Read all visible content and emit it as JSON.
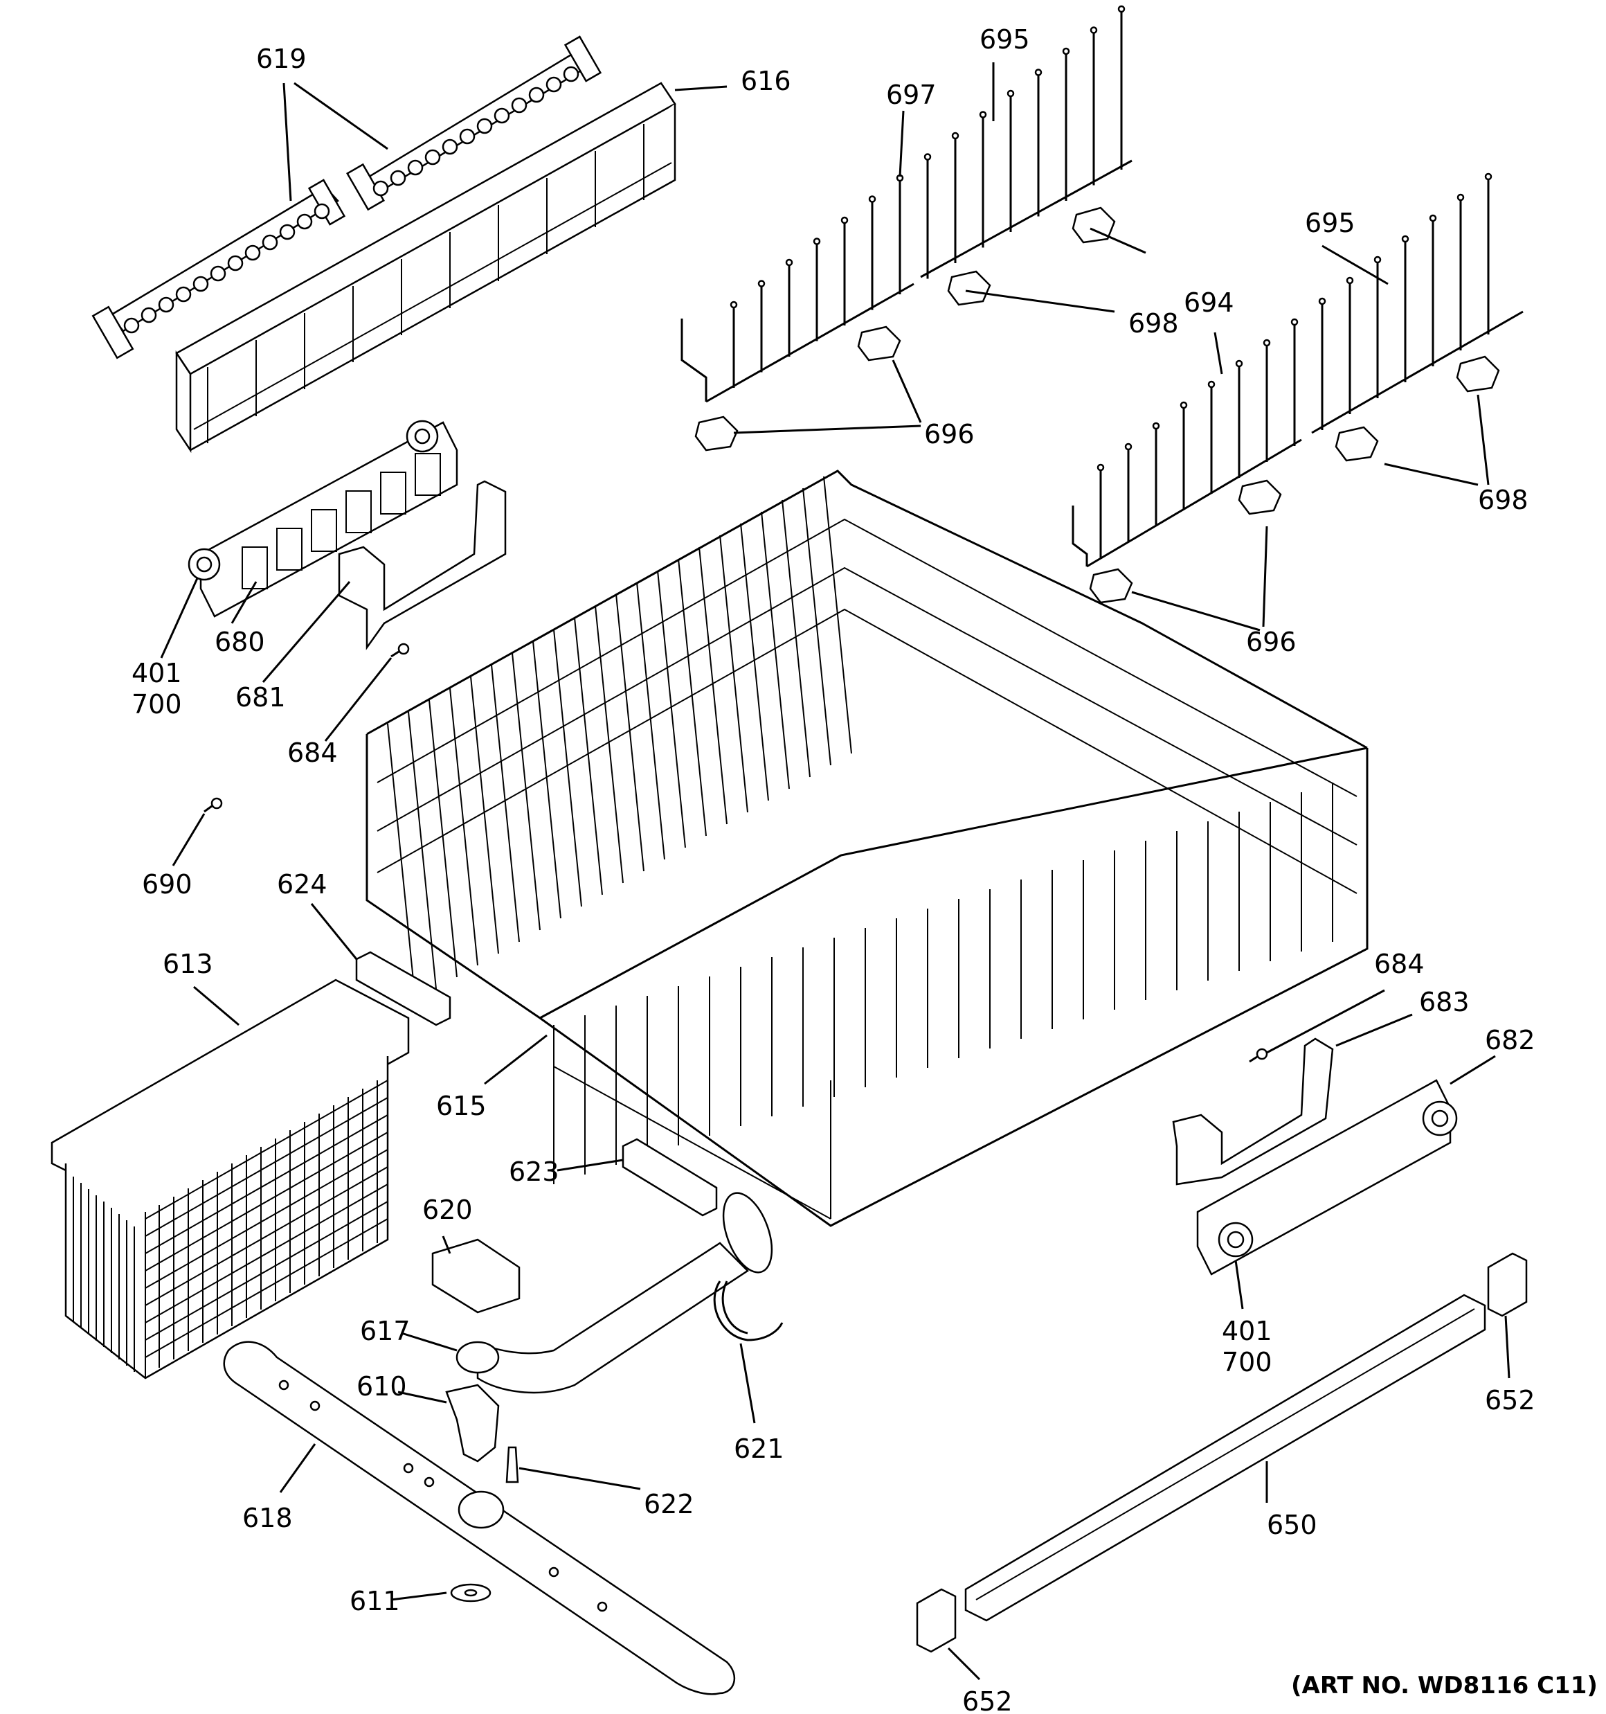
{
  "diagram": {
    "art_number": "(ART NO. WD8116 C11)",
    "labels": [
      {
        "id": "619",
        "text": "619"
      },
      {
        "id": "616",
        "text": "616"
      },
      {
        "id": "697",
        "text": "697"
      },
      {
        "id": "695a",
        "text": "695"
      },
      {
        "id": "695b",
        "text": "695"
      },
      {
        "id": "694",
        "text": "694"
      },
      {
        "id": "698a",
        "text": "698"
      },
      {
        "id": "698b",
        "text": "698"
      },
      {
        "id": "696a",
        "text": "696"
      },
      {
        "id": "696b",
        "text": "696"
      },
      {
        "id": "401a",
        "text": "401"
      },
      {
        "id": "700a",
        "text": "700"
      },
      {
        "id": "680",
        "text": "680"
      },
      {
        "id": "681",
        "text": "681"
      },
      {
        "id": "684a",
        "text": "684"
      },
      {
        "id": "690",
        "text": "690"
      },
      {
        "id": "624",
        "text": "624"
      },
      {
        "id": "613",
        "text": "613"
      },
      {
        "id": "615",
        "text": "615"
      },
      {
        "id": "684b",
        "text": "684"
      },
      {
        "id": "683",
        "text": "683"
      },
      {
        "id": "682",
        "text": "682"
      },
      {
        "id": "623",
        "text": "623"
      },
      {
        "id": "620",
        "text": "620"
      },
      {
        "id": "617",
        "text": "617"
      },
      {
        "id": "610",
        "text": "610"
      },
      {
        "id": "621",
        "text": "621"
      },
      {
        "id": "622",
        "text": "622"
      },
      {
        "id": "618",
        "text": "618"
      },
      {
        "id": "611",
        "text": "611"
      },
      {
        "id": "401b",
        "text": "401"
      },
      {
        "id": "700b",
        "text": "700"
      },
      {
        "id": "652a",
        "text": "652"
      },
      {
        "id": "650",
        "text": "650"
      },
      {
        "id": "652b",
        "text": "652"
      }
    ]
  }
}
